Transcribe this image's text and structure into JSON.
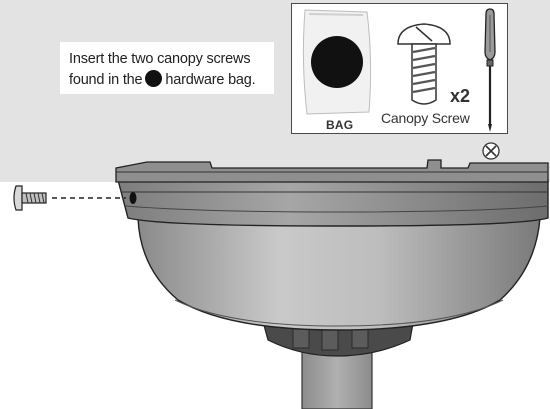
{
  "instruction": {
    "line1": "Insert the two canopy screws",
    "line2_before": "found in the",
    "line2_after": "hardware bag."
  },
  "hardware": {
    "bag_label": "BAG",
    "item_label": "Canopy Screw",
    "quantity": "x2"
  },
  "icons": {
    "bag": "hardware-bag-icon",
    "screw": "canopy-screw-icon",
    "tool": "phillips-screwdriver-icon",
    "bit": "phillips-head-icon"
  },
  "colors": {
    "background_top": "#e3e3e3",
    "canopy_dark": "#6e6e6e",
    "canopy_mid": "#a9a9a9",
    "canopy_light": "#cfcfcf",
    "bag_dot": "#111111"
  }
}
